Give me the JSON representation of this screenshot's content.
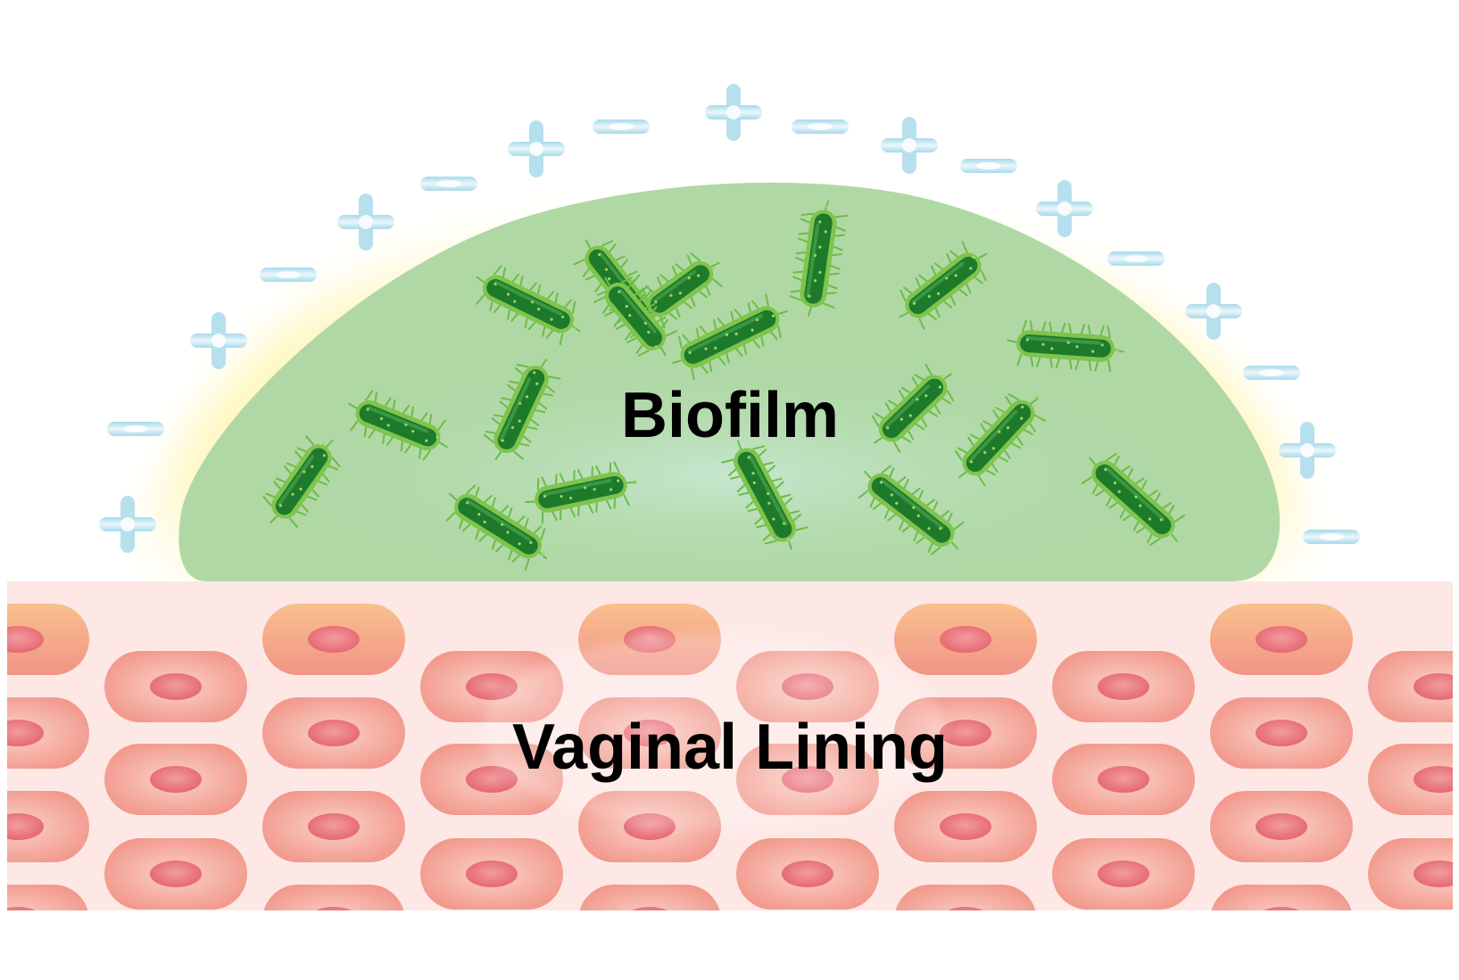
{
  "labels": {
    "biofilm": "Biofilm",
    "lining": "Vaginal Lining"
  },
  "colors": {
    "biofilm_fill": "#b0d9a6",
    "biofilm_highlight": "#c6e6cf",
    "glow": "#fff2a0",
    "charge": "#b9e2ef",
    "bacteria_body": "#1f7d2c",
    "bacteria_light": "#7cc24a",
    "bacteria_cilia": "#67b844",
    "lining_background": "#fde9e7",
    "cell_fill": "#f29a8f",
    "cell_nucleus": "#e8737a",
    "cell_top_tint": "#f7b08a"
  },
  "charges": [
    "+",
    "−",
    "+",
    "−",
    "+",
    "−",
    "+",
    "−",
    "+",
    "−",
    "+",
    "−",
    "+",
    "−",
    "+",
    "−",
    "+",
    "−"
  ],
  "bacteria_count": 18,
  "cell_rows": 7
}
